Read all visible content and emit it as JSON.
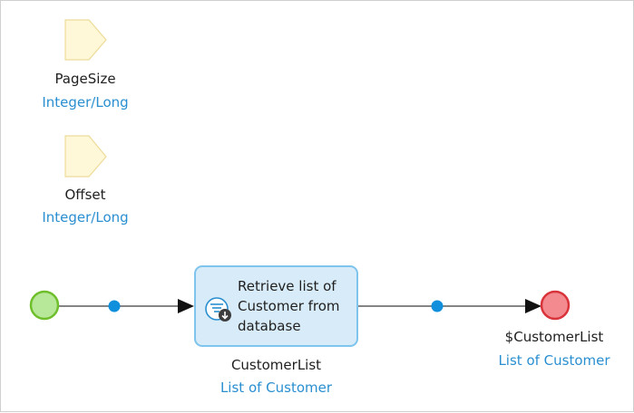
{
  "parameters": [
    {
      "name": "PageSize",
      "type": "Integer/Long"
    },
    {
      "name": "Offset",
      "type": "Integer/Long"
    }
  ],
  "activity": {
    "text": "Retrieve list of Customer from database",
    "output_name": "CustomerList",
    "output_type": "List of Customer",
    "icon": "retrieve-database-icon"
  },
  "end_event": {
    "return_value": "$CustomerList",
    "return_type": "List of Customer"
  },
  "colors": {
    "start_fill": "#b7e89a",
    "start_stroke": "#6fbe2c",
    "end_fill": "#f28a8f",
    "end_stroke": "#d9343c",
    "parameter_fill": "#fff8d8",
    "parameter_stroke": "#eedb9a",
    "activity_fill": "#d7ebf8",
    "activity_stroke": "#7ec4ec",
    "flow_dot": "#0f8fdc",
    "type_text": "#2a8fd0"
  }
}
